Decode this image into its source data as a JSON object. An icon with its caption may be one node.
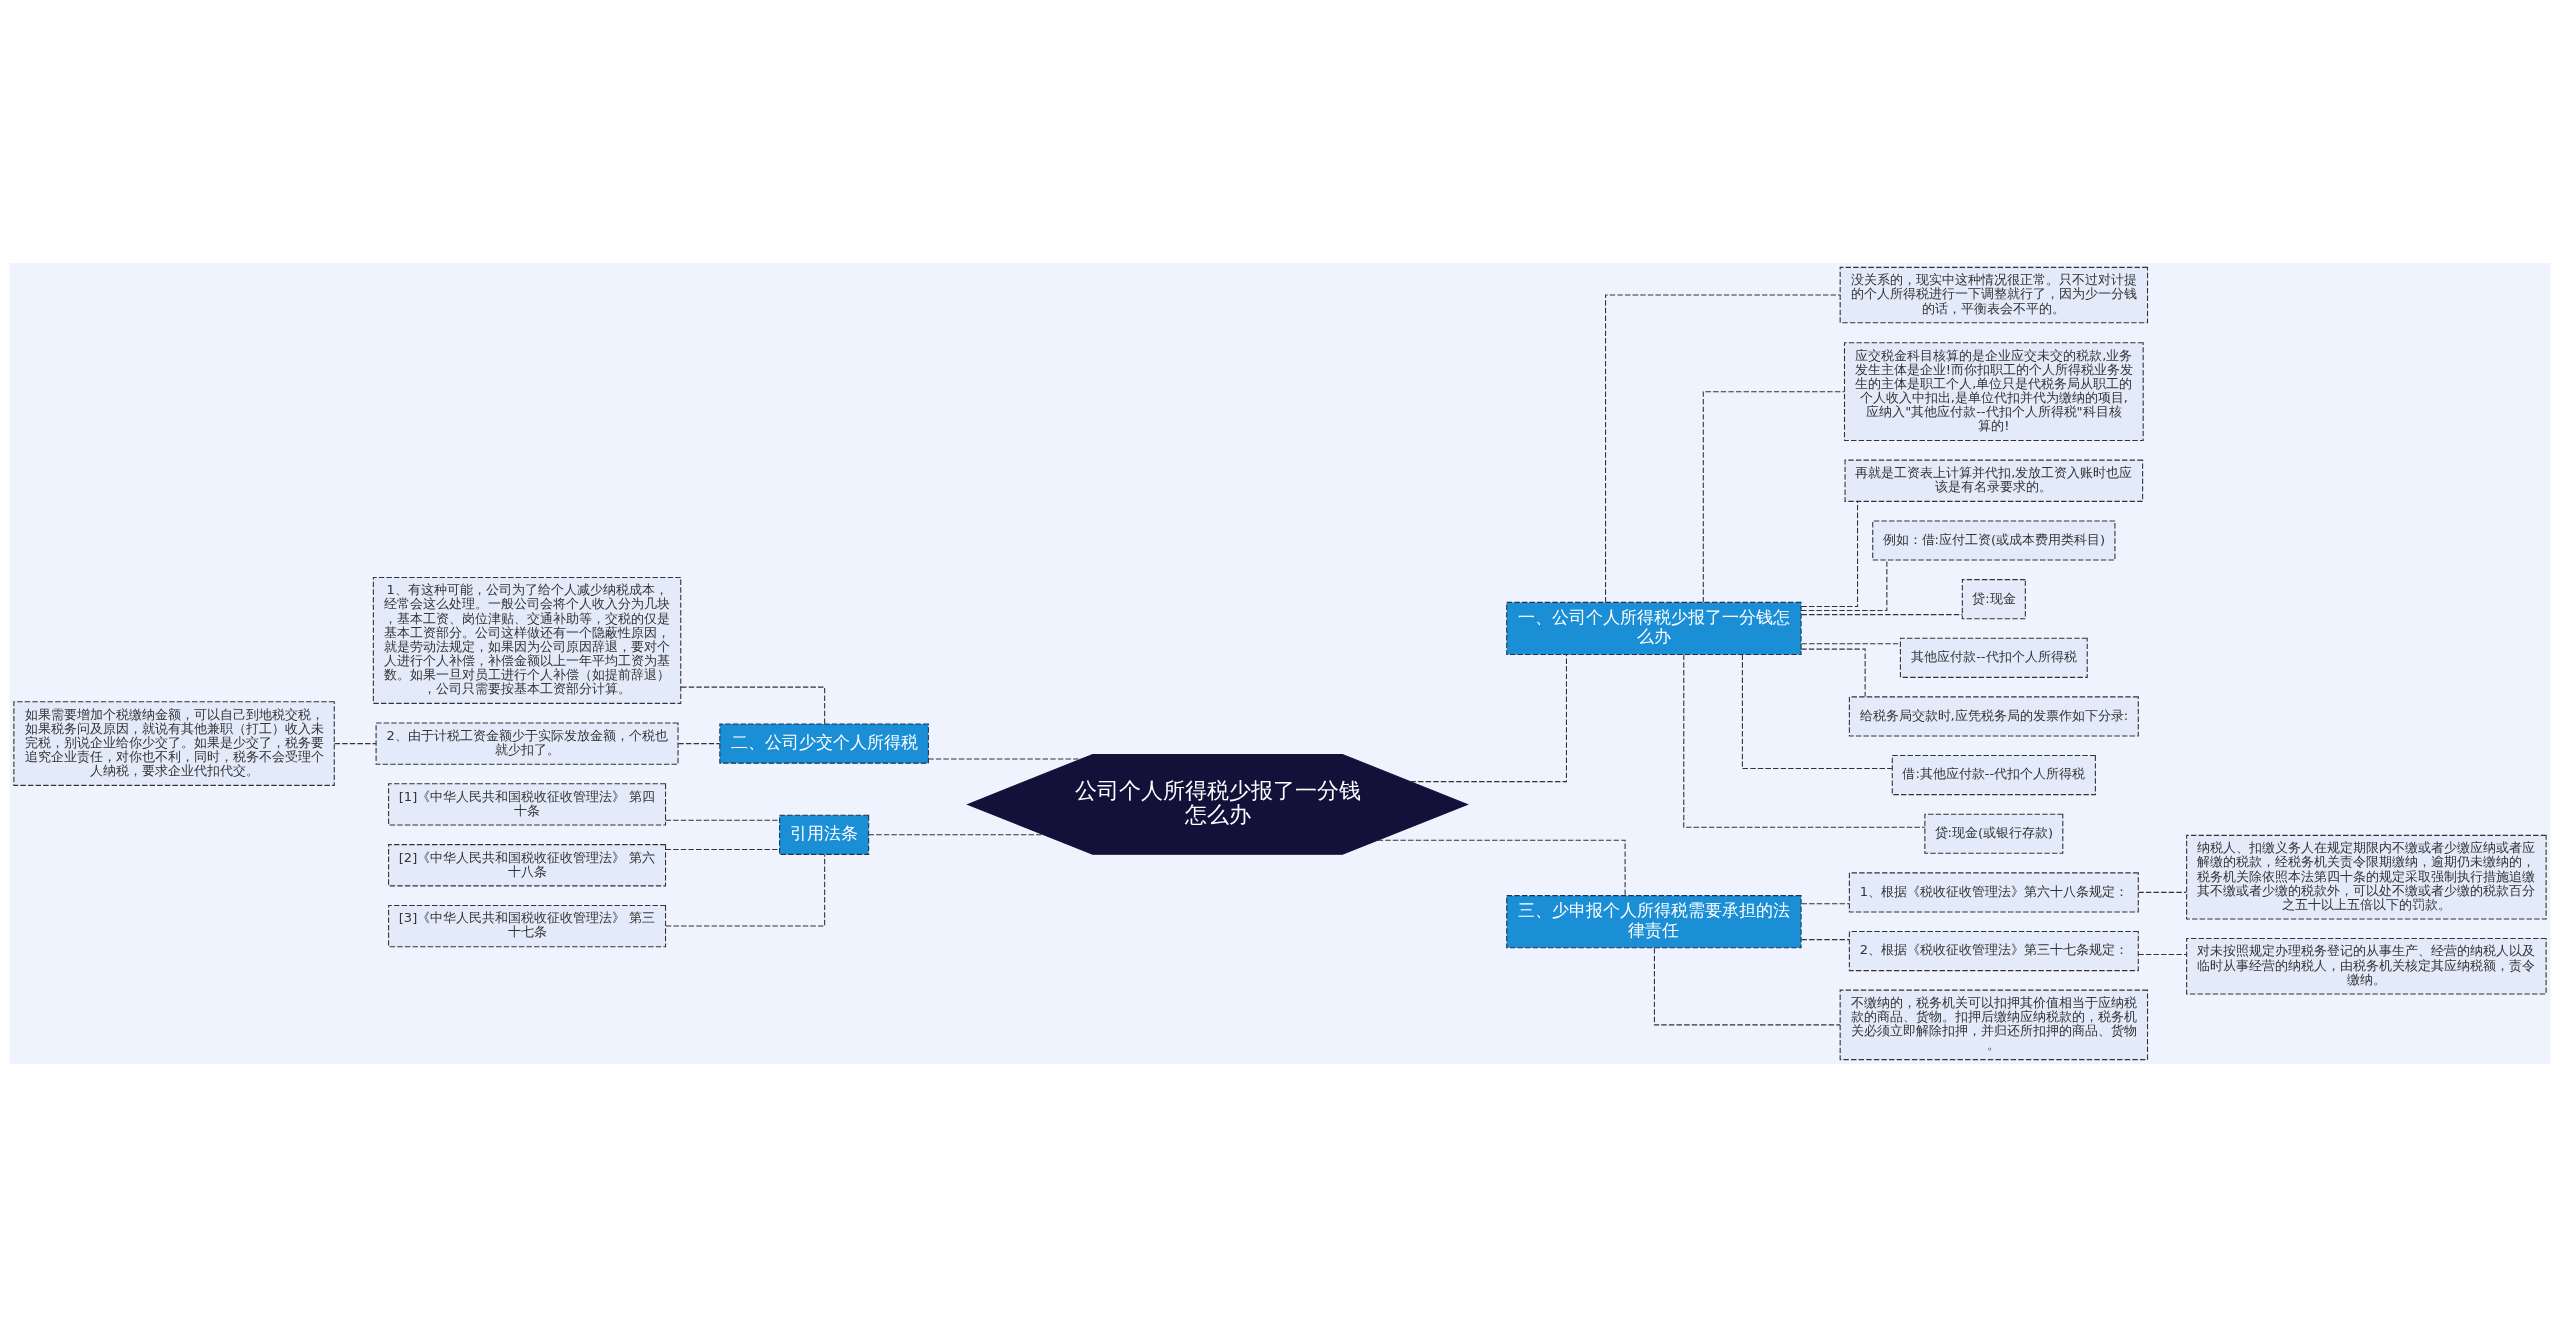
{
  "diagram": {
    "nodes": [
      {
        "text": [
          "公司个人所得税少报了一分钱怎么办"
        ]
      },
      {
        "text": [
          "一、公司个人所得税少报了一分钱怎么办"
        ]
      },
      {
        "text": [
          "没关系的，现实中这种情况很正常。只不过对计提的个人所得税进行一下调整就行了，因为少一分钱的话，平衡表会不平的。"
        ]
      },
      {
        "text": [
          "应交税金科目核算的是企业应交未交的税款,业务发生主体是企业!而你扣职工的个人所得税业务发生的主体是职工个人,单位只是代税务局从职工的个人收入中扣出,是单位代扣并代为缴纳的项目,应纳入\"其他应付款--代扣个人所得税\"科目核算的!"
        ]
      },
      {
        "text": [
          "再就是工资表上计算并代扣,发放工资入账时也应该是有名录要求的。"
        ]
      },
      {
        "text": [
          "例如：借:应付工资(或成本费用类科目)"
        ]
      },
      {
        "text": [
          "贷:现金"
        ]
      },
      {
        "text": [
          "其他应付款--代扣个人所得税"
        ]
      },
      {
        "text": [
          "给税务局交款时,应凭税务局的发票作如下分录:"
        ]
      },
      {
        "text": [
          "借:其他应付款--代扣个人所得税"
        ]
      },
      {
        "text": [
          "贷:现金(或银行存款)"
        ]
      },
      {
        "text": [
          "三、少申报个人所得税需要承担的法律责任"
        ]
      },
      {
        "text": [
          "1、根据《税收征收管理法》第六十八条规定："
        ]
      },
      {
        "text": [
          "纳税人、扣缴义务人在规定期限内不缴或者少缴应纳或者应解缴的税款，经税务机关责令限期缴纳，逾期仍未缴纳的，税务机关除依照本法第四十条的规定采取强制执行措施追缴其不缴或者少缴的税款外，可以处不缴或者少缴的税款百分之五十以上五倍以下的罚款。"
        ]
      },
      {
        "text": [
          "2、根据《税收征收管理法》第三十七条规定："
        ]
      },
      {
        "text": [
          "对未按照规定办理税务登记的从事生产、经营的纳税人以及临时从事经营的纳税人，由税务机关核定其应纳税额，责令缴纳。"
        ]
      },
      {
        "text": [
          "不缴纳的，税务机关可以扣押其价值相当于应纳税款的商品、货物。扣押后缴纳应纳税款的，税务机关必须立即解除扣押，并归还所扣押的商品、货物。"
        ]
      },
      {
        "text": [
          "二、公司少交个人所得税"
        ]
      },
      {
        "text": [
          "1、有这种可能，公司为了给个人减少纳税成本，经常会这么处理。一般公司会将个人收入分为几块，基本工资、岗位津贴、交通补助等，交税的仅是基本工资部分。公司这样做还有一个隐蔽性原因，就是劳动法规定，如果因为公司原因辞退，要对个人进行个人补偿，补偿金额以上一年平均工资为基数。如果一旦对员工进行个人补偿（如提前辞退），公司只需要按基本工资部分计算。"
        ]
      },
      {
        "text": [
          "2、由于计税工资金额少于实际发放金额，个税也就少扣了。"
        ]
      },
      {
        "text": [
          "如果需要增加个税缴纳金额，可以自己到地税交税，如果税务问及原因，就说有其他兼职（打工）收入未完税，别说企业给你少交了。如果是少交了，税务要追究企业责任，对你也不利，同时，税务不会受理个人纳税，要求企业代扣代交。"
        ]
      },
      {
        "text": [
          "引用法条"
        ]
      },
      {
        "text": [
          "[1]《中华人民共和国税收征收管理法》 第四十条"
        ]
      },
      {
        "text": [
          "[2]《中华人民共和国税收征收管理法》 第六十八条"
        ]
      },
      {
        "text": [
          "[3]《中华人民共和国税收征收管理法》 第三十七条"
        ]
      }
    ],
    "edges": [
      {
        "from": 0,
        "to": 1,
        "arrow": "none",
        "style": "dashed"
      },
      {
        "from": 1,
        "to": 2,
        "arrow": "none",
        "style": "dashed"
      },
      {
        "from": 1,
        "to": 3,
        "arrow": "none",
        "style": "dashed"
      },
      {
        "from": 1,
        "to": 4,
        "arrow": "none",
        "style": "dashed"
      },
      {
        "from": 1,
        "to": 5,
        "arrow": "none",
        "style": "dashed"
      },
      {
        "from": 1,
        "to": 6,
        "arrow": "none",
        "style": "dashed"
      },
      {
        "from": 1,
        "to": 7,
        "arrow": "none",
        "style": "dashed"
      },
      {
        "from": 1,
        "to": 8,
        "arrow": "none",
        "style": "dashed"
      },
      {
        "from": 1,
        "to": 9,
        "arrow": "none",
        "style": "dashed"
      },
      {
        "from": 1,
        "to": 10,
        "arrow": "none",
        "style": "dashed"
      },
      {
        "from": 0,
        "to": 11,
        "arrow": "none",
        "style": "dashed"
      },
      {
        "from": 11,
        "to": 12,
        "arrow": "none",
        "style": "dashed"
      },
      {
        "from": 12,
        "to": 13,
        "arrow": "none",
        "style": "dashed"
      },
      {
        "from": 11,
        "to": 14,
        "arrow": "none",
        "style": "dashed"
      },
      {
        "from": 14,
        "to": 15,
        "arrow": "none",
        "style": "dashed"
      },
      {
        "from": 11,
        "to": 16,
        "arrow": "none",
        "style": "dashed"
      },
      {
        "from": 0,
        "to": 17,
        "arrow": "none",
        "style": "dashed"
      },
      {
        "from": 17,
        "to": 18,
        "arrow": "none",
        "style": "dashed"
      },
      {
        "from": 17,
        "to": 19,
        "arrow": "none",
        "style": "dashed"
      },
      {
        "from": 19,
        "to": 20,
        "arrow": "none",
        "style": "dashed"
      },
      {
        "from": 0,
        "to": 21,
        "arrow": "none",
        "style": "dashed"
      },
      {
        "from": 21,
        "to": 22,
        "arrow": "none",
        "style": "dashed"
      },
      {
        "from": 21,
        "to": 23,
        "arrow": "none",
        "style": "dashed"
      },
      {
        "from": 21,
        "to": 24,
        "arrow": "none",
        "style": "dashed"
      }
    ]
  }
}
